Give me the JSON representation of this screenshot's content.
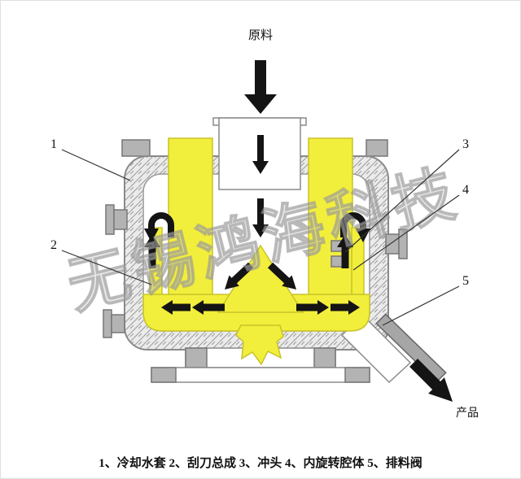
{
  "diagram": {
    "feed_label": "原料",
    "product_label": "产品",
    "watermark": "无锡鸿海科技",
    "callouts": [
      {
        "num": "1",
        "name": "冷却水套"
      },
      {
        "num": "2",
        "name": "刮刀总成"
      },
      {
        "num": "3",
        "name": "冲头"
      },
      {
        "num": "4",
        "name": "内旋转腔体"
      },
      {
        "num": "5",
        "name": "排料阀"
      }
    ],
    "caption": "1、冷却水套 2、刮刀总成 3、冲头 4、内旋转腔体 5、排料阀",
    "colors": {
      "part_yellow": "#f2ee3c",
      "metal_gray": "#b3b3b3",
      "jacket_fill": "#ebebeb",
      "arrow_black": "#141414",
      "watermark_gray": "#c2c2c2"
    }
  }
}
